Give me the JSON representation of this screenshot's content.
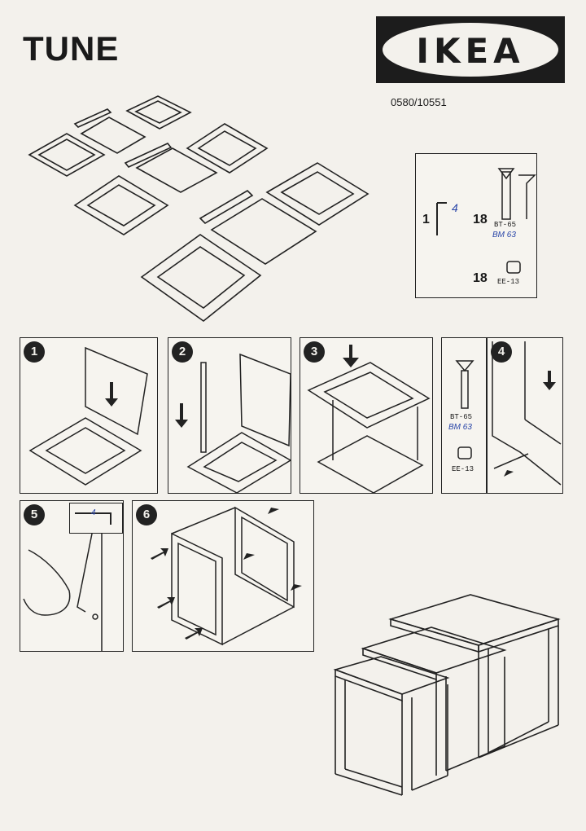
{
  "header": {
    "title": "TUNE",
    "brand": "IKEA",
    "code": "0580/10551"
  },
  "hardware": {
    "items": [
      {
        "qty": "1",
        "code": "",
        "note": "4",
        "icon": "allen-key-icon"
      },
      {
        "qty": "18",
        "code": "BT-65",
        "note": "BM 63",
        "icon": "bolt-icon"
      },
      {
        "qty": "18",
        "code": "EE-13",
        "note": "",
        "icon": "barrel-nut-icon"
      }
    ]
  },
  "steps": [
    {
      "number": "1"
    },
    {
      "number": "2"
    },
    {
      "number": "3"
    },
    {
      "number": "4",
      "codes": [
        "BT-65",
        "EE-13"
      ],
      "note": "BM 63"
    },
    {
      "number": "5",
      "note": "4"
    },
    {
      "number": "6"
    }
  ]
}
